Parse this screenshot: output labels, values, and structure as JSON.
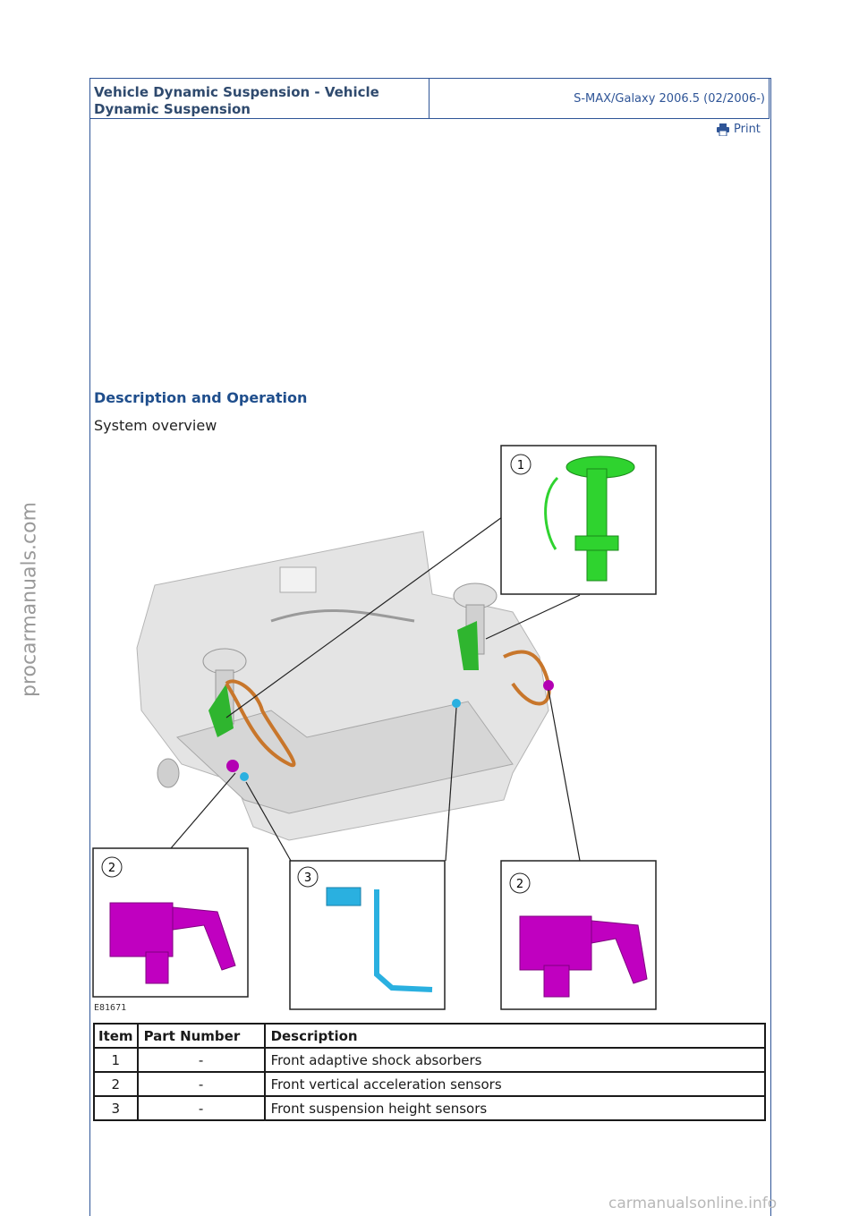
{
  "header": {
    "title": "Vehicle Dynamic Suspension - Vehicle Dynamic Suspension",
    "model": "S-MAX/Galaxy 2006.5 (02/2006-)"
  },
  "print_label": "Print",
  "section_title": "Description and Operation",
  "subtitle": "System overview",
  "figure": {
    "code": "E81671",
    "callouts": [
      "1",
      "2",
      "3",
      "2"
    ]
  },
  "table": {
    "headers": [
      "Item",
      "Part Number",
      "Description"
    ],
    "rows": [
      {
        "item": "1",
        "part": "-",
        "desc": "Front adaptive shock absorbers"
      },
      {
        "item": "2",
        "part": "-",
        "desc": "Front vertical acceleration sensors"
      },
      {
        "item": "3",
        "part": "-",
        "desc": "Front suspension height sensors"
      }
    ]
  },
  "watermark_left": "procarmanuals.com",
  "watermark_bottom": "carmanualsonline.info"
}
